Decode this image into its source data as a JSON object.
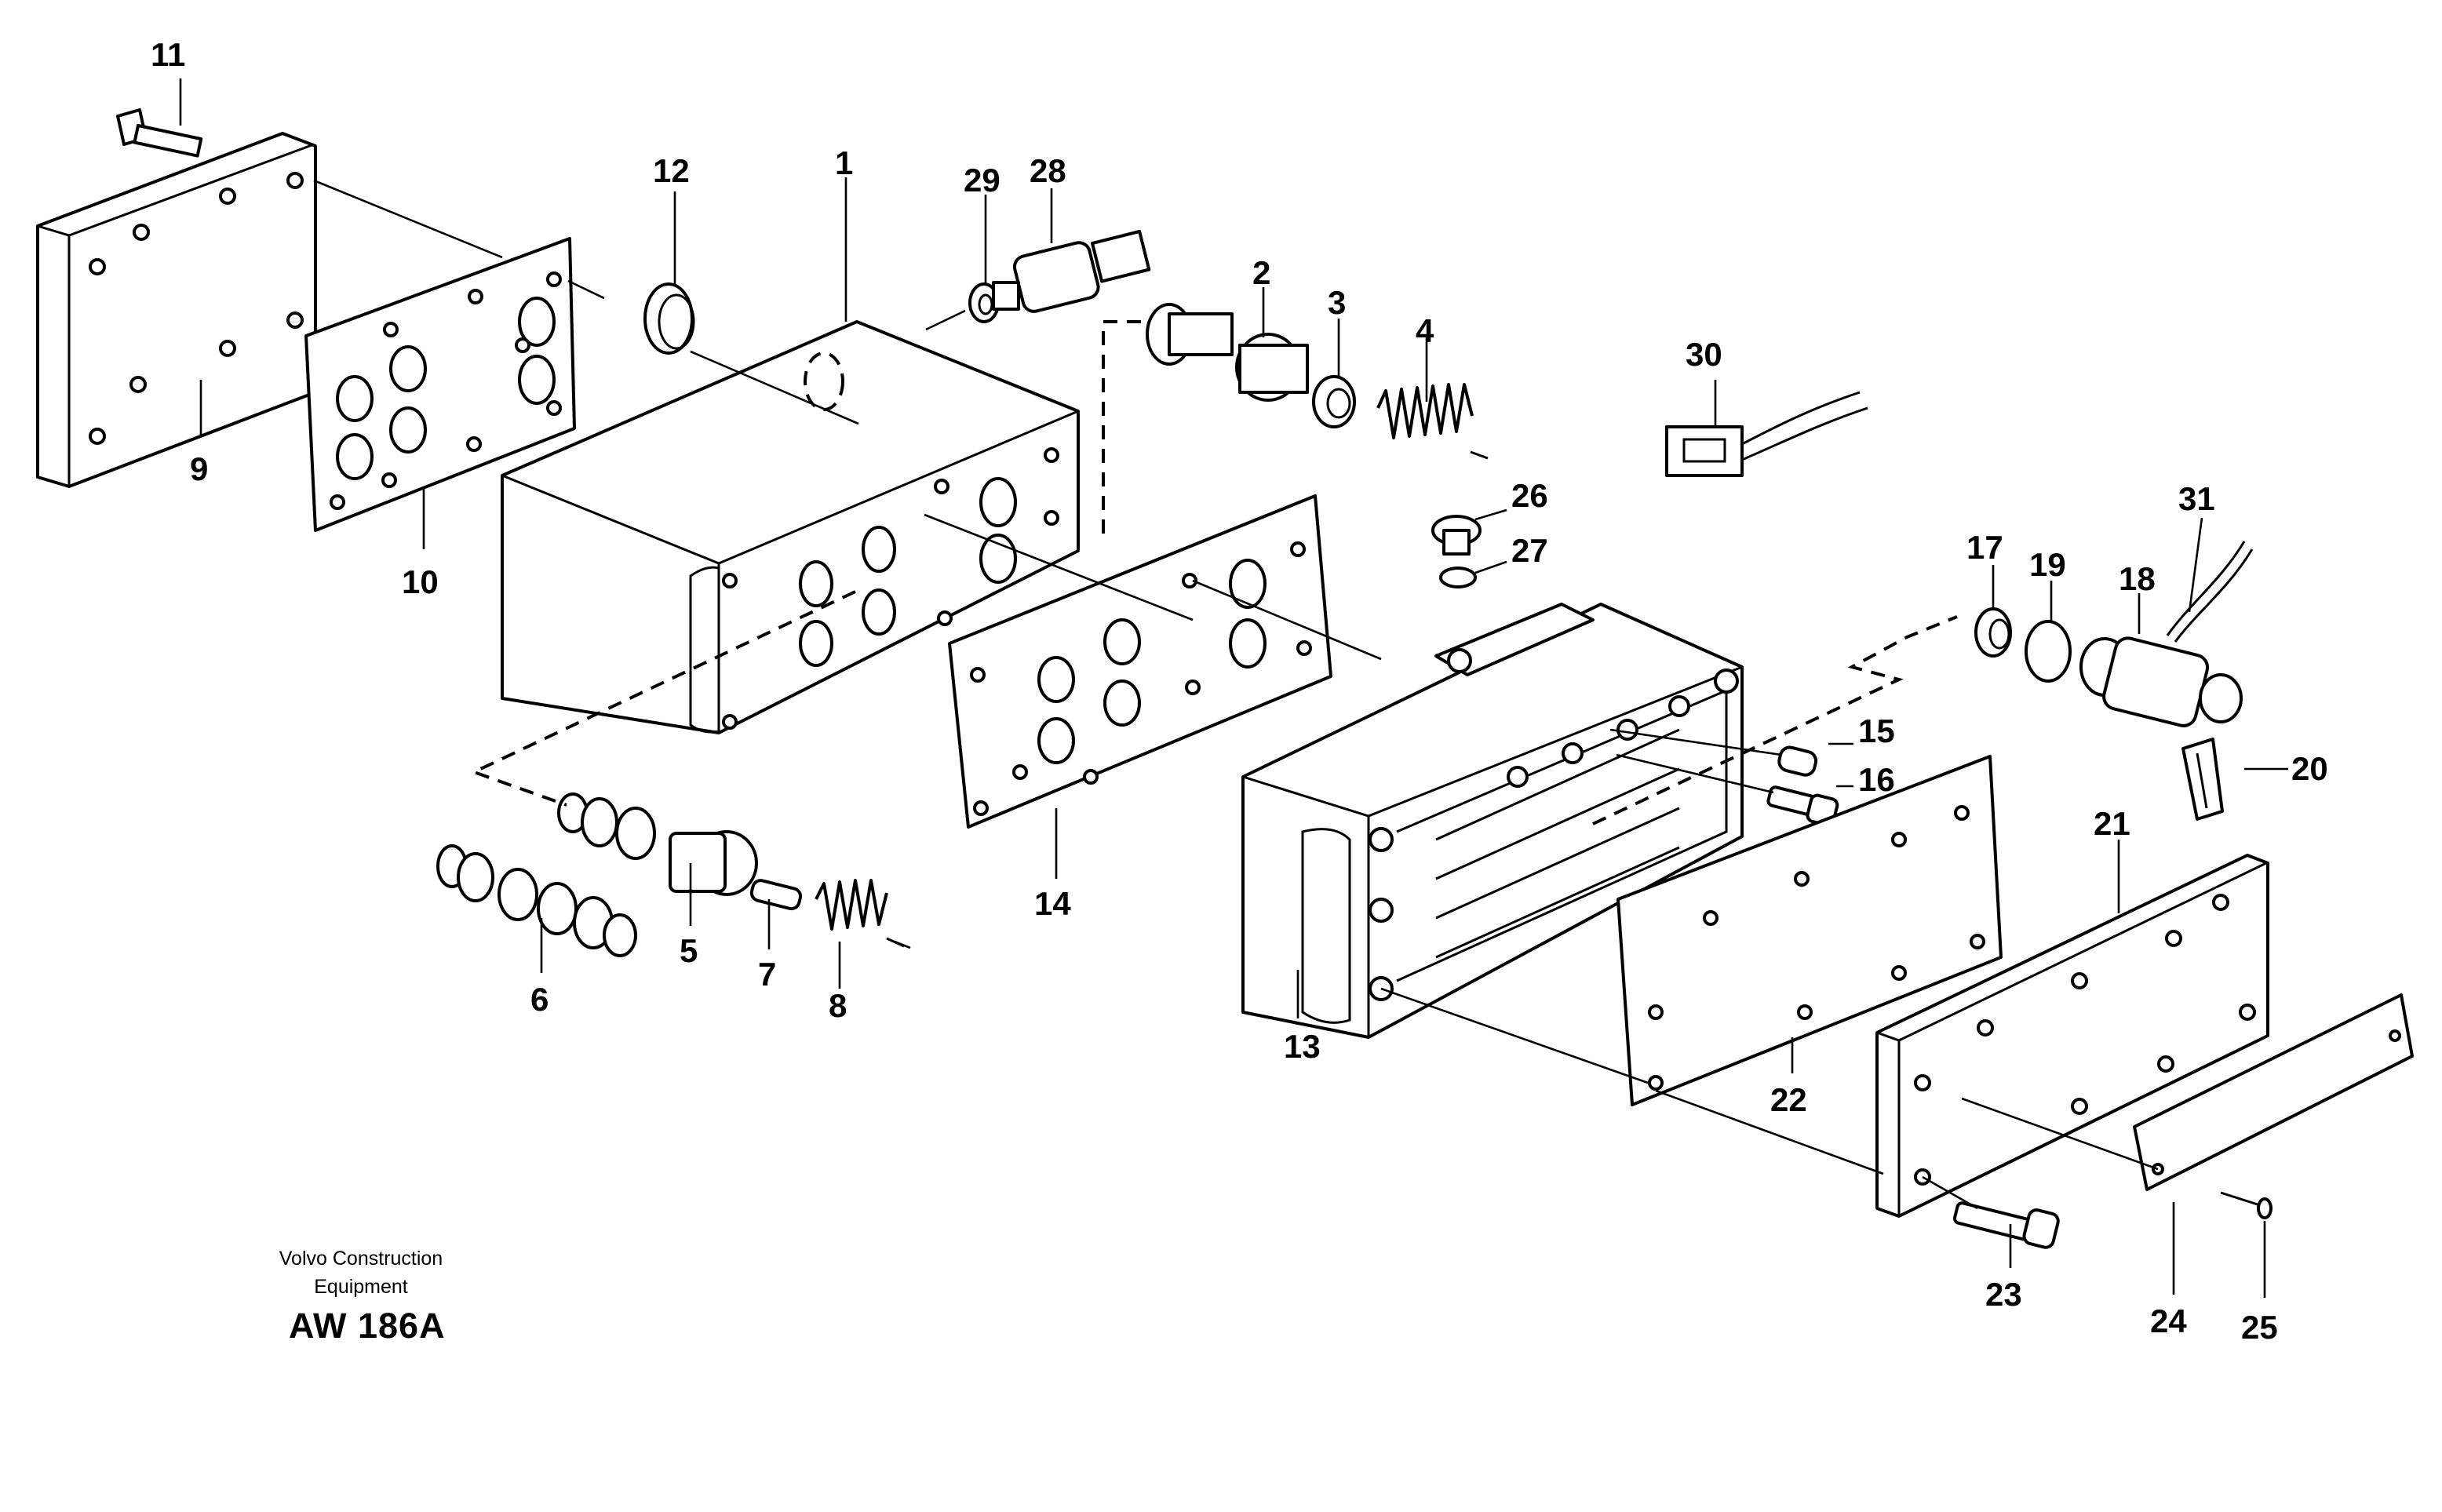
{
  "diagram": {
    "credit_line1": "Volvo Construction",
    "credit_line2": "Equipment",
    "drawing_code": "AW 186A",
    "callouts": [
      "1",
      "2",
      "3",
      "4",
      "5",
      "6",
      "7",
      "8",
      "9",
      "10",
      "11",
      "12",
      "13",
      "14",
      "15",
      "16",
      "17",
      "18",
      "19",
      "20",
      "21",
      "22",
      "23",
      "24",
      "25",
      "26",
      "27",
      "28",
      "29",
      "30",
      "31"
    ]
  }
}
